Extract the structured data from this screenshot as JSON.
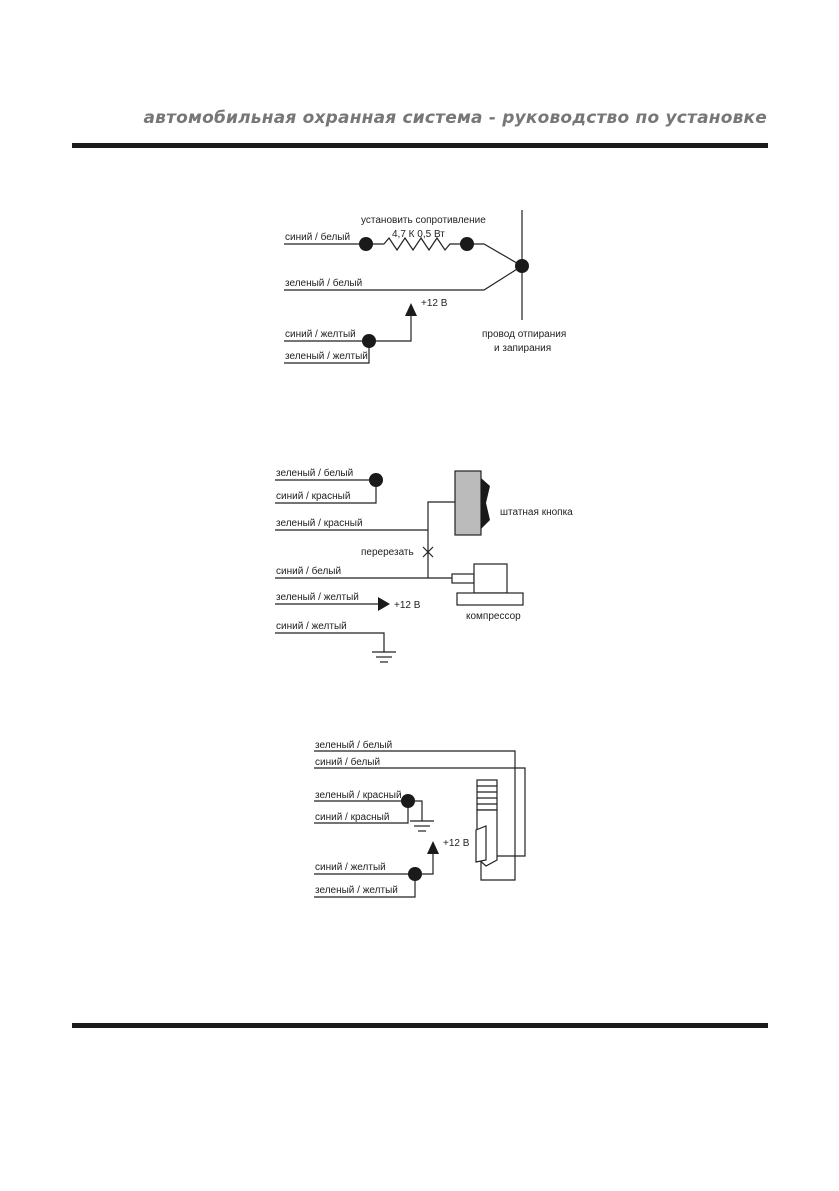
{
  "header": {
    "title": "автомобильная охранная система - руководство по установке"
  },
  "diagram1": {
    "wire_blue_white": "синий / белый",
    "wire_green_white": "зеленый / белый",
    "wire_blue_yellow": "синий / желтый",
    "wire_green_yellow": "зеленый / желтый",
    "resistor_label_1": "установить сопротивление",
    "resistor_label_2": "4,7 К  0,5 Вт",
    "power": "+12 В",
    "lock_wire_1": "провод отпирания",
    "lock_wire_2": "и запирания"
  },
  "diagram2": {
    "wire_green_white": "зеленый / белый",
    "wire_blue_red": "синий / красный",
    "wire_green_red": "зеленый / красный",
    "cut": "перерезать",
    "wire_blue_white": "синий / белый",
    "wire_green_yellow": "зеленый / желтый",
    "power": "+12 В",
    "wire_blue_yellow": "синий / желтый",
    "button": "штатная кнопка",
    "compressor": "компрессор"
  },
  "diagram3": {
    "wire_green_white": "зеленый / белый",
    "wire_blue_white": "синий / белый",
    "wire_green_red": "зеленый / красный",
    "wire_blue_red": "синий / красный",
    "power": "+12 В",
    "wire_blue_yellow": "синий / желтый",
    "wire_green_yellow": "зеленый / желтый"
  }
}
